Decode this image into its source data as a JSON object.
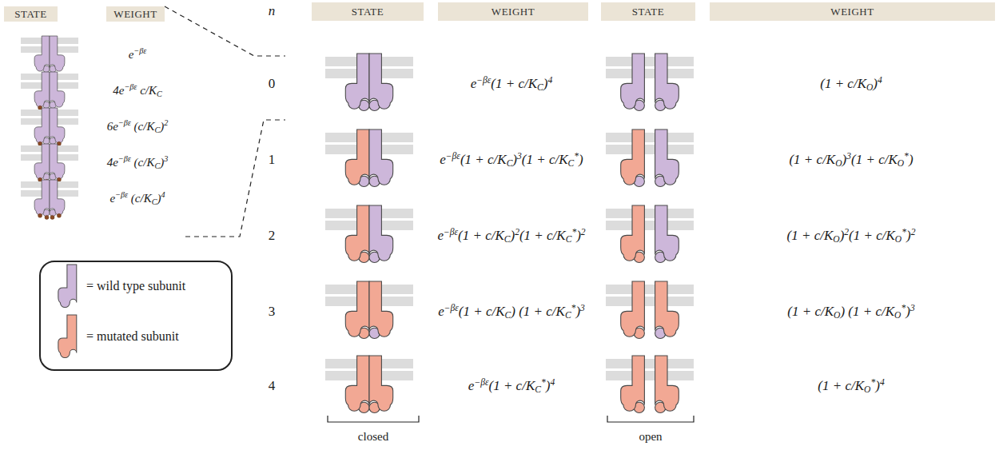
{
  "diagram": {
    "nodes": [
      {
        "text": [
          "STATE"
        ]
      },
      {
        "text": [
          "WEIGHT"
        ]
      },
      {
        "text": [
          "STATE"
        ]
      },
      {
        "text": [
          "WEIGHT"
        ]
      },
      {
        "text": [
          "STATE"
        ]
      },
      {
        "text": [
          "WEIGHT"
        ]
      }
    ],
    "labels": [
      "n",
      "e−βε",
      "4e−βε c/KC",
      "6e−βε (c/KC)2",
      "4e−βε (c/KC)3",
      "e−βε (c/KC)4",
      "0",
      "e−βε(1 + c/KC)4",
      "(1 + c/KO)4",
      "1",
      "e−βε(1 + c/KC)3(1 + c/KC*)",
      "(1 + c/KO)3(1 + c/KO*)",
      "2",
      "e−βε(1 + c/KC)2(1 + c/KC*)2",
      "(1 + c/KO)2(1 + c/KO*)2",
      "3",
      "e−βε(1 + c/KC) (1 + c/KC*)3",
      "(1 + c/KO) (1 + c/KO*)3",
      "4",
      "e−βε(1 + c/KC*)4",
      "(1 + c/KO*)4",
      "closed",
      "open"
    ],
    "legend": [
      {
        "text": "= wild type subunit"
      },
      {
        "text": "= mutated subunit"
      }
    ]
  }
}
